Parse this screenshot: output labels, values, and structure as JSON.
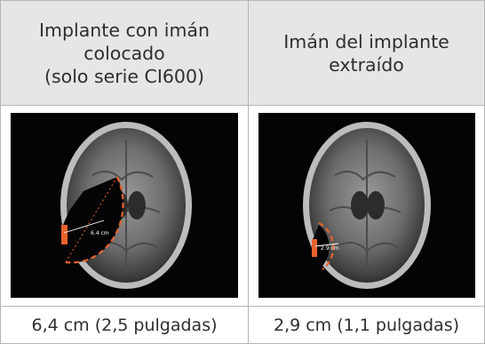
{
  "table": {
    "headers": [
      {
        "lines": [
          "Implante con imán",
          "colocado",
          "(solo serie CI600)"
        ]
      },
      {
        "lines": [
          "Imán del implante",
          "extraído"
        ]
      }
    ],
    "images": [
      {
        "measurement_label": "6.4 cm",
        "shadow_outline_color": "#e8622c",
        "background_color": "#040404"
      },
      {
        "measurement_label": "2.9 cm",
        "shadow_outline_color": "#e8622c",
        "background_color": "#040404"
      }
    ],
    "captions": [
      "6,4 cm (2,5 pulgadas)",
      "2,9 cm (1,1 pulgadas)"
    ]
  },
  "colors": {
    "header_background": "#e6e6e6",
    "border": "#b5b5b5",
    "text": "#2e2e2e"
  }
}
